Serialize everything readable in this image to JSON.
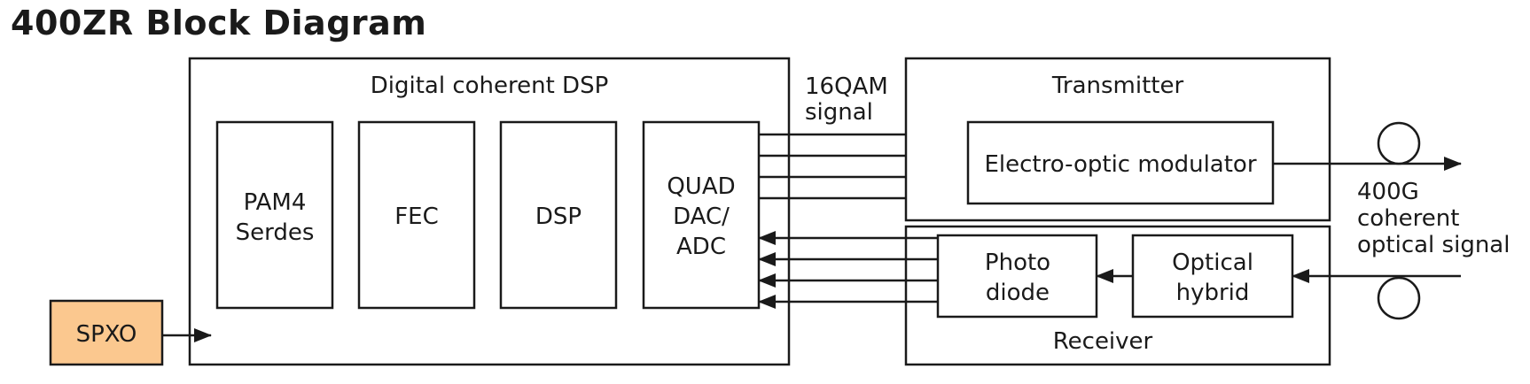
{
  "title": "400ZR Block Diagram",
  "dsp_block": {
    "label": "Digital coherent DSP",
    "components": {
      "pam4": [
        "PAM4",
        "Serdes"
      ],
      "fec": "FEC",
      "dsp": "DSP",
      "quad": [
        "QUAD",
        "DAC/",
        "ADC"
      ]
    }
  },
  "spxo": {
    "label": "SPXO",
    "color": "#fbc88f"
  },
  "signal_label": [
    "16QAM",
    "signal"
  ],
  "transmitter": {
    "label": "Transmitter",
    "modulator": "Electro-optic modulator"
  },
  "receiver": {
    "label": "Receiver",
    "photo_diode": [
      "Photo",
      "diode"
    ],
    "optical_hybrid": [
      "Optical",
      "hybrid"
    ]
  },
  "output_label": [
    "400G",
    "coherent",
    "optical signal"
  ]
}
